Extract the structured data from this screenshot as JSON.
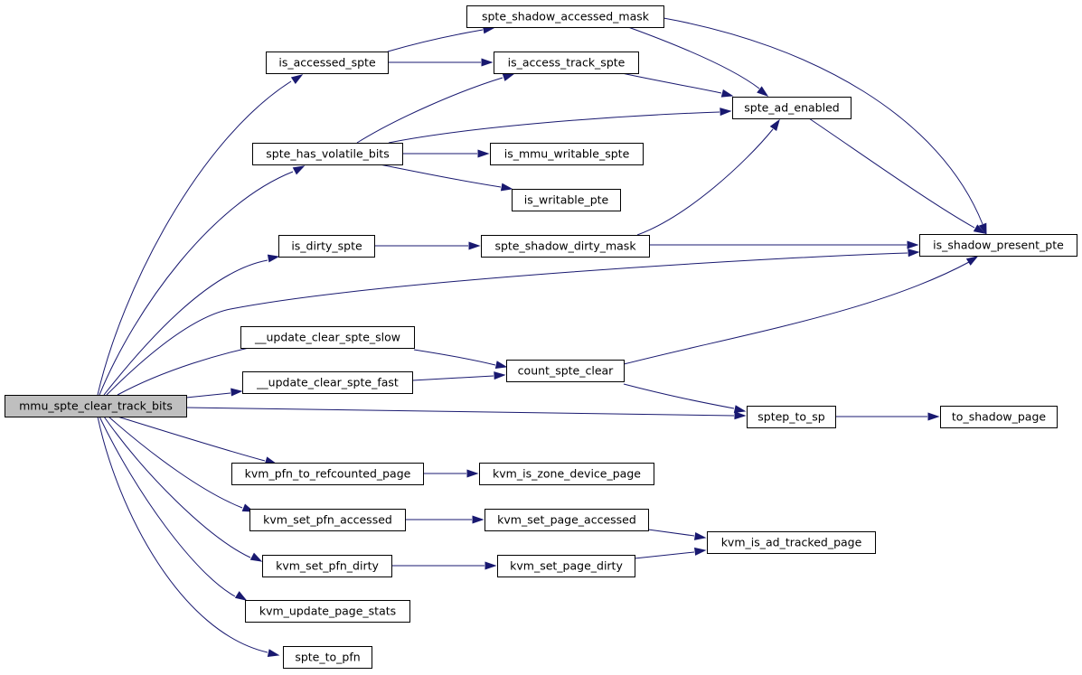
{
  "nodes": {
    "root": "mmu_spte_clear_track_bits",
    "spte_shadow_accessed_mask": "spte_shadow_accessed_mask",
    "is_accessed_spte": "is_accessed_spte",
    "is_access_track_spte": "is_access_track_spte",
    "spte_ad_enabled": "spte_ad_enabled",
    "spte_has_volatile_bits": "spte_has_volatile_bits",
    "is_mmu_writable_spte": "is_mmu_writable_spte",
    "is_writable_pte": "is_writable_pte",
    "is_dirty_spte": "is_dirty_spte",
    "spte_shadow_dirty_mask": "spte_shadow_dirty_mask",
    "is_shadow_present_pte": "is_shadow_present_pte",
    "update_clear_spte_slow": "__update_clear_spte_slow",
    "update_clear_spte_fast": "__update_clear_spte_fast",
    "count_spte_clear": "count_spte_clear",
    "sptep_to_sp": "sptep_to_sp",
    "to_shadow_page": "to_shadow_page",
    "kvm_pfn_to_refcounted_page": "kvm_pfn_to_refcounted_page",
    "kvm_is_zone_device_page": "kvm_is_zone_device_page",
    "kvm_set_pfn_accessed": "kvm_set_pfn_accessed",
    "kvm_set_page_accessed": "kvm_set_page_accessed",
    "kvm_is_ad_tracked_page": "kvm_is_ad_tracked_page",
    "kvm_set_pfn_dirty": "kvm_set_pfn_dirty",
    "kvm_set_page_dirty": "kvm_set_page_dirty",
    "kvm_update_page_stats": "kvm_update_page_stats",
    "spte_to_pfn": "spte_to_pfn"
  },
  "colors": {
    "edge": "#191970",
    "root_fill": "#bfbfbf",
    "node_fill": "#ffffff",
    "border": "#000000"
  }
}
